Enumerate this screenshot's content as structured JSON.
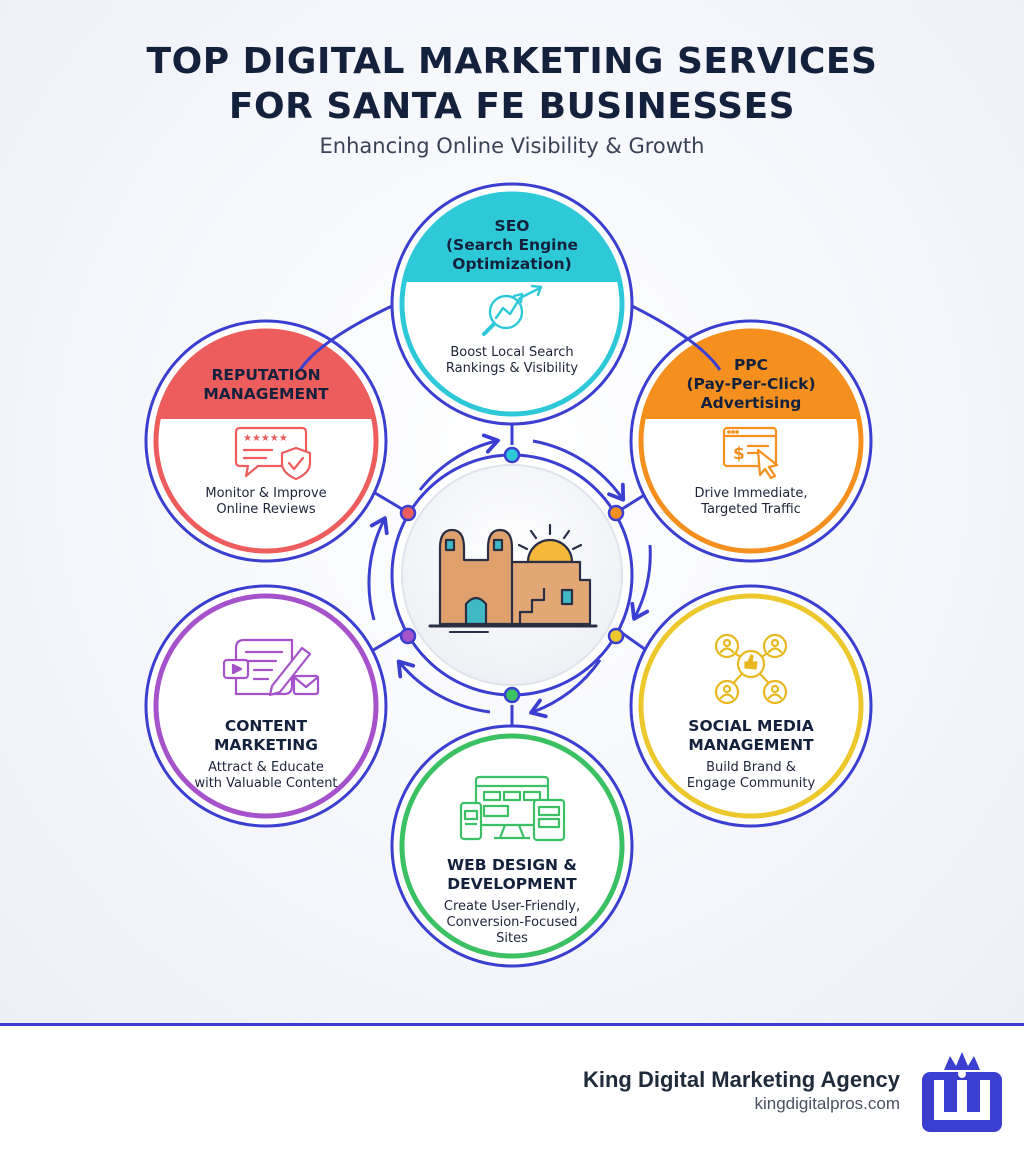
{
  "header": {
    "title_line1": "TOP DIGITAL MARKETING SERVICES",
    "title_line2": "FOR SANTA FE BUSINESSES",
    "subtitle": "Enhancing Online Visibility & Growth"
  },
  "center": {
    "icon": "santa-fe-adobe-mission-icon"
  },
  "services": [
    {
      "id": "seo",
      "title_lines": [
        "SEO",
        "(Search Engine",
        "Optimization)"
      ],
      "desc_lines": [
        "Boost Local Search",
        "Rankings & Visibility"
      ],
      "color": "#2ec9d8",
      "icon": "magnifier-growth-chart-icon"
    },
    {
      "id": "ppc",
      "title_lines": [
        "PPC",
        "(Pay-Per-Click)",
        "Advertising"
      ],
      "desc_lines": [
        "Drive Immediate,",
        "Targeted Traffic"
      ],
      "color": "#f5901e",
      "icon": "browser-dollar-cursor-icon"
    },
    {
      "id": "social",
      "title_lines": [
        "SOCIAL MEDIA",
        "MANAGEMENT"
      ],
      "desc_lines": [
        "Build Brand &",
        "Engage Community"
      ],
      "color": "#ecc82c",
      "icon": "social-network-like-icon"
    },
    {
      "id": "web",
      "title_lines": [
        "WEB DESIGN &",
        "DEVELOPMENT"
      ],
      "desc_lines": [
        "Create User-Friendly,",
        "Conversion-Focused",
        "Sites"
      ],
      "color": "#3cc064",
      "icon": "responsive-devices-icon"
    },
    {
      "id": "content",
      "title_lines": [
        "CONTENT",
        "MARKETING"
      ],
      "desc_lines": [
        "Attract & Educate",
        "with Valuable Content"
      ],
      "color": "#a552cb",
      "icon": "document-pen-video-mail-icon"
    },
    {
      "id": "reputation",
      "title_lines": [
        "REPUTATION",
        "MANAGEMENT"
      ],
      "desc_lines": [
        "Monitor & Improve",
        "Online Reviews"
      ],
      "color": "#ee5d5d",
      "icon": "star-review-shield-icon"
    }
  ],
  "colors": {
    "ring": "#3b3fd0",
    "title": "#14213d"
  },
  "footer": {
    "agency_name": "King Digital Marketing Agency",
    "url": "kingdigitalpros.com",
    "logo_icon": "crown-kd-logo-icon"
  }
}
